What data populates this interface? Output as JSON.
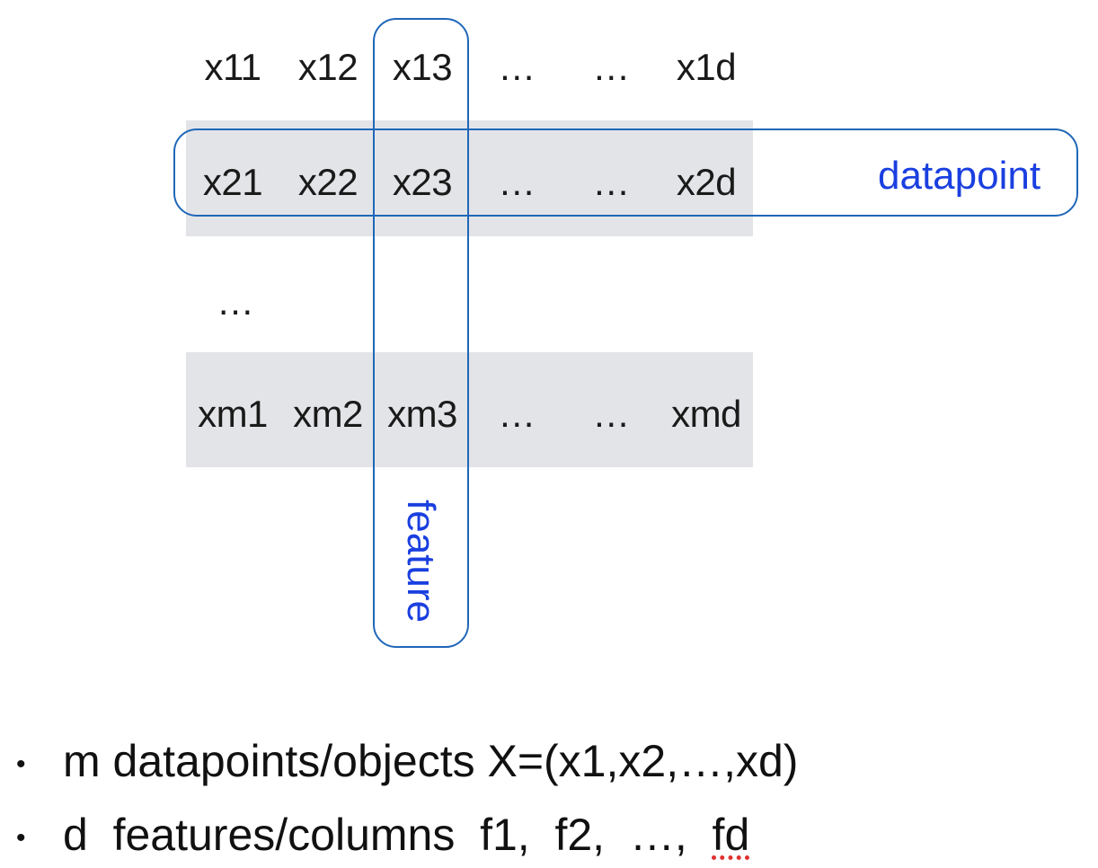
{
  "matrix": {
    "rows": [
      [
        "x11",
        "x12",
        "x13",
        "…",
        "…",
        "x1d"
      ],
      [
        "x21",
        "x22",
        "x23",
        "…",
        "…",
        "x2d"
      ],
      [
        "xm1",
        "xm2",
        "xm3",
        "…",
        "…",
        "xmd"
      ]
    ],
    "row_ellipsis": "…",
    "highlight_colors": {
      "band": "#e3e4e8",
      "box_stroke": "#1f67b8",
      "label": "#1a3fe0"
    }
  },
  "labels": {
    "datapoint": "datapoint",
    "feature": "feature"
  },
  "bullets": [
    {
      "text": "m  datapoints/objects  X=(x1,x2,…,xd)"
    },
    {
      "prefix": "d  features/columns  f1,  f2,  …,  ",
      "flagged": "fd"
    }
  ]
}
